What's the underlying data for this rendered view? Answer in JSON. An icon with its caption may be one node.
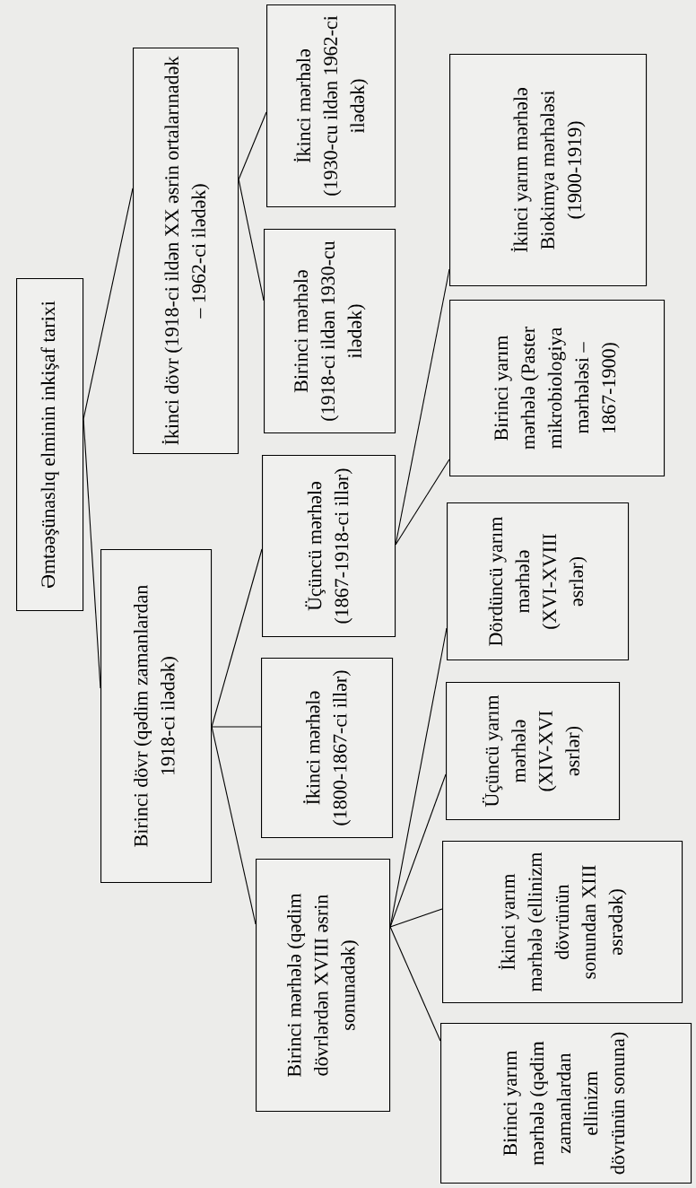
{
  "diagram": {
    "nodes": [
      {
        "text": [
          "Əmtəəşünaslıq elminin inkişaf tarixi"
        ]
      },
      {
        "text": [
          "Birinci dövr (qədim zamanlardan 1918-ci ilədək)"
        ]
      },
      {
        "text": [
          "İkinci dövr (1918-ci ildən XX əsrin ortalarınadək – 1962-ci ilədək)"
        ]
      },
      {
        "text": [
          "Birinci mərhələ (qədim dövrlərdən XVIII əsrin sonunadək)"
        ]
      },
      {
        "text": [
          "İkinci mərhələ (1800-1867-ci illər)"
        ]
      },
      {
        "text": [
          "Üçüncü mərhələ (1867-1918-ci illər)"
        ]
      },
      {
        "text": [
          "Birinci mərhələ (1918-ci ildən 1930-cu ilədək)"
        ]
      },
      {
        "text": [
          "İkinci mərhələ (1930-cu ildən 1962-ci ilədək)"
        ]
      },
      {
        "text": [
          "Birinci yarım mərhələ (qədim zamanlardan ellinizm dövrünün sonuna)"
        ]
      },
      {
        "text": [
          "İkinci yarım mərhələ (ellinizm dövrünün sonundan XIII əsrədək)"
        ]
      },
      {
        "text": [
          "Üçüncü yarım mərhələ (XIV-XVI əsrlər)"
        ]
      },
      {
        "text": [
          "Dördüncü yarım mərhələ (XVI-XVIII əsrlər)"
        ]
      },
      {
        "text": [
          "Birinci yarım mərhələ (Paster mikrobiologiya mərhələsi – 1867-1900)"
        ]
      },
      {
        "text": [
          "İkinci yarım mərhələ Biokimya mərhələsi (1900-1919)"
        ]
      }
    ],
    "edges": [
      {
        "from": 0,
        "to": 1,
        "arrow": "none"
      },
      {
        "from": 0,
        "to": 2,
        "arrow": "none"
      },
      {
        "from": 1,
        "to": 3,
        "arrow": "none"
      },
      {
        "from": 1,
        "to": 4,
        "arrow": "none"
      },
      {
        "from": 1,
        "to": 5,
        "arrow": "none"
      },
      {
        "from": 2,
        "to": 6,
        "arrow": "none"
      },
      {
        "from": 2,
        "to": 7,
        "arrow": "none"
      },
      {
        "from": 3,
        "to": 8,
        "arrow": "none"
      },
      {
        "from": 3,
        "to": 9,
        "arrow": "none"
      },
      {
        "from": 3,
        "to": 10,
        "arrow": "none"
      },
      {
        "from": 3,
        "to": 11,
        "arrow": "none"
      },
      {
        "from": 5,
        "to": 12,
        "arrow": "none"
      },
      {
        "from": 5,
        "to": 13,
        "arrow": "none"
      }
    ]
  }
}
